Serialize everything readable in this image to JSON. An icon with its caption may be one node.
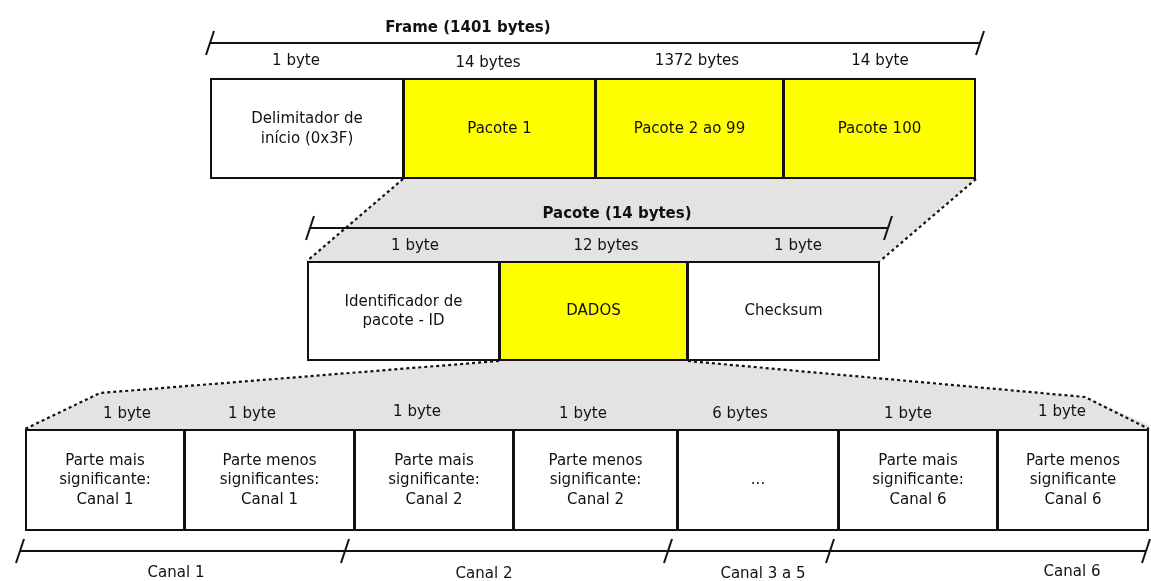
{
  "diagram": {
    "nodes": [
      {
        "text": [
          "Delimitador de início (0x3F)"
        ]
      },
      {
        "text": [
          "Pacote 1"
        ]
      },
      {
        "text": [
          "Pacote 2 ao 99"
        ]
      },
      {
        "text": [
          "Pacote 100"
        ]
      },
      {
        "text": [
          "Identificador de pacote - ID"
        ]
      },
      {
        "text": [
          "DADOS"
        ]
      },
      {
        "text": [
          "Checksum"
        ]
      },
      {
        "text": [
          "Parte mais significante: Canal 1"
        ]
      },
      {
        "text": [
          "Parte menos significantes: Canal 1"
        ]
      },
      {
        "text": [
          "Parte mais significante: Canal 2"
        ]
      },
      {
        "text": [
          "Parte menos significante: Canal 2"
        ]
      },
      {
        "text": [
          "..."
        ]
      },
      {
        "text": [
          "Parte mais significante: Canal 6"
        ]
      },
      {
        "text": [
          "Parte menos significante Canal 6"
        ]
      }
    ],
    "edges": [
      {
        "from": 1,
        "to": 4,
        "arrow": "none",
        "style": "dashed"
      },
      {
        "from": 3,
        "to": 6,
        "arrow": "none",
        "style": "dashed"
      },
      {
        "from": 5,
        "to": 7,
        "arrow": "none",
        "style": "dashed"
      },
      {
        "from": 5,
        "to": 13,
        "arrow": "none",
        "style": "dashed"
      }
    ],
    "labels": [
      "Frame (1401 bytes)",
      "1 byte",
      "14 bytes",
      "1372 bytes",
      "14 byte",
      "Pacote (14 bytes)",
      "1 byte",
      "12 bytes",
      "1 byte",
      "1 byte",
      "1 byte",
      "1 byte",
      "1 byte",
      "6 bytes",
      "1 byte",
      "1 byte",
      "Canal 1",
      "Canal 2",
      "Canal 3 a 5",
      "Canal 6"
    ]
  }
}
